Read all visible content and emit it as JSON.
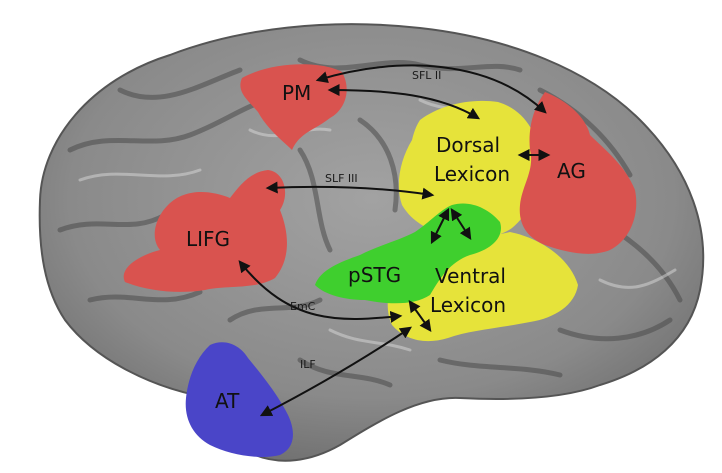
{
  "regions": {
    "pm": "PM",
    "lifg": "LIFG",
    "at": "AT",
    "ag": "AG",
    "pstg": "pSTG",
    "dorsal_lexicon": [
      "Dorsal",
      "Lexicon"
    ],
    "ventral_lexicon": [
      "Ventral",
      "Lexicon"
    ]
  },
  "tracts": {
    "slf_ii": "SFL II",
    "slf_iii": "SLF III",
    "emc": "EmC",
    "ilf": "ILF"
  },
  "colors": {
    "frontal_red": "#d9534f",
    "lexicon_yellow": "#e6e33a",
    "pstg_green": "#3fcf2e",
    "at_blue": "#4a45c8",
    "cortex_gray": "#8d8d8d"
  }
}
